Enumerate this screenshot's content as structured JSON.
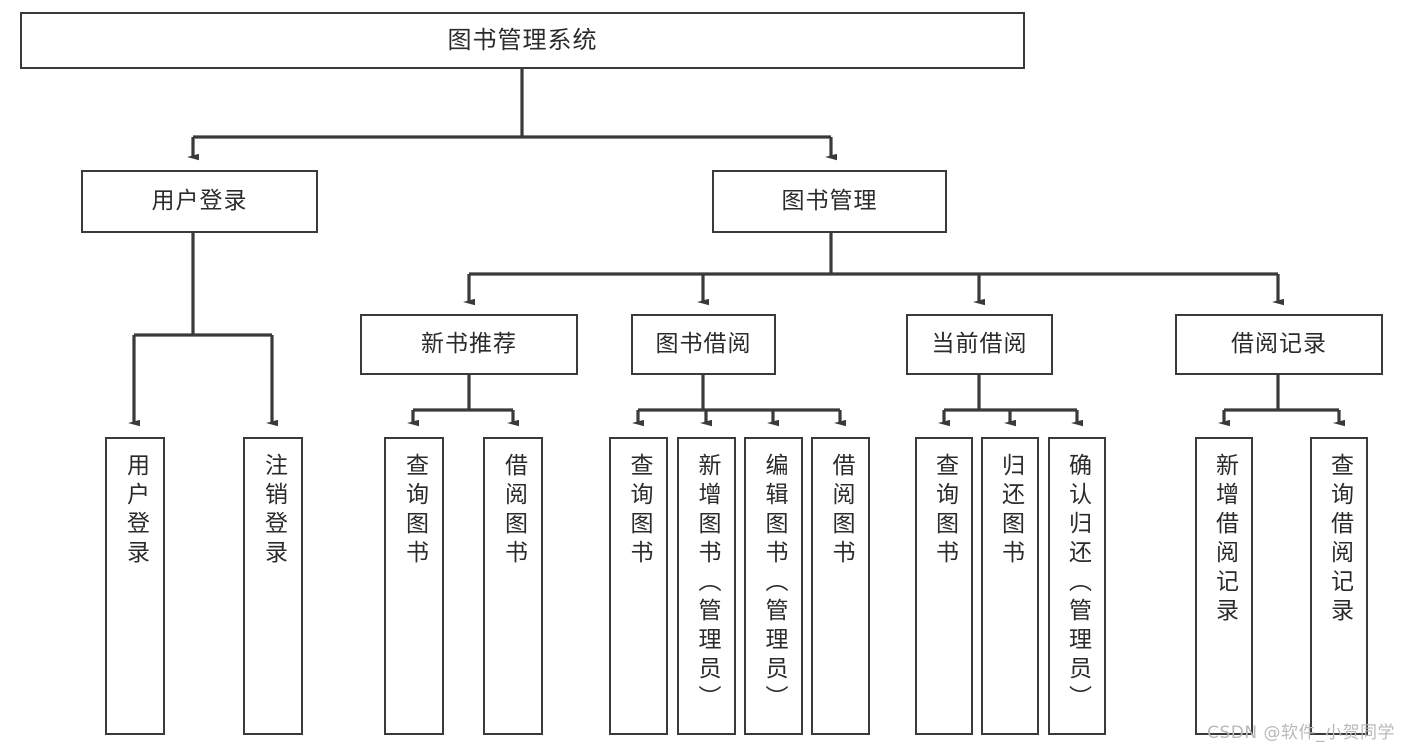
{
  "diagram": {
    "title": "图书管理系统",
    "type": "tree-hierarchy-functional-decomposition",
    "watermark": "CSDN @软件_小贺同学",
    "colors": {
      "stroke": "#3a3a3a",
      "text": "#2b2b2b",
      "background": "#ffffff",
      "watermark": "#b9b9b9"
    },
    "nodes": {
      "root": {
        "label": "图书管理系统"
      },
      "level2": [
        {
          "id": "user-login",
          "label": "用户登录"
        },
        {
          "id": "book-management",
          "label": "图书管理"
        }
      ],
      "level3": [
        {
          "id": "new-book-recommend",
          "label": "新书推荐"
        },
        {
          "id": "book-borrow",
          "label": "图书借阅"
        },
        {
          "id": "current-borrow",
          "label": "当前借阅"
        },
        {
          "id": "borrow-record",
          "label": "借阅记录"
        }
      ],
      "leaves": {
        "user-login": [
          {
            "id": "user-login-leaf",
            "label": "用户登录"
          },
          {
            "id": "user-logout-leaf",
            "label": "注销登录"
          }
        ],
        "new-book-recommend": [
          {
            "id": "query-book-1",
            "label": "查询图书"
          },
          {
            "id": "borrow-book-1",
            "label": "借阅图书"
          }
        ],
        "book-borrow": [
          {
            "id": "query-book-2",
            "label": "查询图书"
          },
          {
            "id": "add-book-admin",
            "label": "新增图书（管理员）"
          },
          {
            "id": "edit-book-admin",
            "label": "编辑图书（管理员）"
          },
          {
            "id": "borrow-book-2",
            "label": "借阅图书"
          }
        ],
        "current-borrow": [
          {
            "id": "query-book-3",
            "label": "查询图书"
          },
          {
            "id": "return-book",
            "label": "归还图书"
          },
          {
            "id": "confirm-return-admin",
            "label": "确认归还（管理员）"
          }
        ],
        "borrow-record": [
          {
            "id": "add-borrow-record",
            "label": "新增借阅记录"
          },
          {
            "id": "query-borrow-record",
            "label": "查询借阅记录"
          }
        ]
      }
    }
  }
}
